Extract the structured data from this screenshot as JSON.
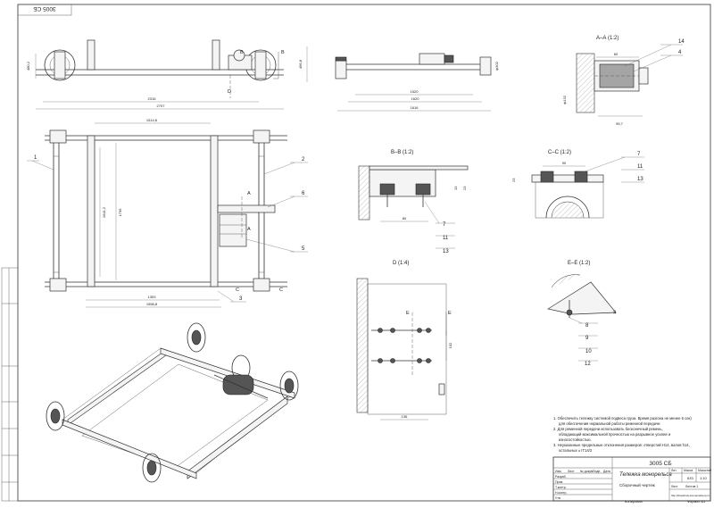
{
  "sheet": {
    "rotated_code": "3005 СБ",
    "copied": "Копировал",
    "format": "Формат А1"
  },
  "front_view": {
    "label_b_top": "Б",
    "label_d": "D",
    "label_b_right": "В",
    "dim_height": "480,2",
    "dim_inner": "2316",
    "dim_overall": "2707"
  },
  "side_view": {
    "dim_height": "466,8",
    "dim_dia": "ф302",
    "dim_inner": "1520",
    "dim_middle": "1620",
    "dim_overall": "1616"
  },
  "section_a": {
    "title": "А–А (1:2)",
    "dim_top": "60",
    "dim_bottom": "95,7",
    "dim_dia": "ф132",
    "callout_14": "14",
    "callout_4": "4"
  },
  "plan_view": {
    "label_a_top": "A",
    "label_a_bottom": "A",
    "label_c_left": "C",
    "label_c_right": "C",
    "dim_top": "1514,6",
    "dim_inner_height": "1641,2",
    "dim_height": "1736",
    "dim_bottom_inner": "1353",
    "dim_bottom_outer": "1558,8",
    "callout_1": "1",
    "callout_2": "2",
    "callout_6": "6",
    "callout_5": "5",
    "callout_3": "3"
  },
  "section_b": {
    "title": "В–В (1:2)",
    "dim_width": "80",
    "dim_a": "13",
    "dim_b": "23",
    "callout_7": "7",
    "callout_11": "11",
    "callout_13": "13"
  },
  "section_c": {
    "title": "С–С (1:2)",
    "dim_width": "90",
    "dim_height": "23",
    "callout_7": "7",
    "callout_11": "11",
    "callout_13": "13"
  },
  "detail_d": {
    "title": "D (1:4)",
    "label_e_left": "E",
    "label_e_right": "E",
    "dim_vert": "102",
    "dim_horiz": "136"
  },
  "section_e": {
    "title": "E–E (1:2)",
    "dim": "10",
    "callout_8": "8",
    "callout_9": "9",
    "callout_10": "10",
    "callout_12": "12"
  },
  "notes": {
    "n1a": "1. Обеспечить тележку системой подвеса груза. Время разгона не менее 6 сек)",
    "n1b": "для обеспечения нормальной работы ременной передачи",
    "n2a": "2. Для ременной передачи использовать бесконечный ремень,",
    "n2b": "обладающий максимальной прочностью на разрывное усилие и",
    "n2c": "износостойкостью.",
    "n3a": "3. Неуказанные предельные отклонения размеров: отверстий Н14, валов h14,",
    "n3b": "остальных ± IT14/2"
  },
  "title_block": {
    "document_code": "3005 СБ",
    "title": "Тележка монорельса",
    "drawing_type": "Сборочный чертеж",
    "col_change": "Изм.",
    "col_sheet": "Лист",
    "col_doc_no": "№ докум.",
    "col_signature": "Подп.",
    "col_date": "Дата",
    "row_developed": "Разраб.",
    "row_checked": "Пров.",
    "row_tech_control": "Т.контр.",
    "row_norm_control": "Н.контр.",
    "row_approved": "Утв.",
    "col_letter": "Лит.",
    "col_mass": "Масса",
    "col_scale": "Масштаб",
    "mass": "633",
    "scale": "1:10",
    "sheet_label": "Лист",
    "sheets_label": "Листов 1",
    "website": "http://drawinstv-kompmarkerp.ru"
  }
}
